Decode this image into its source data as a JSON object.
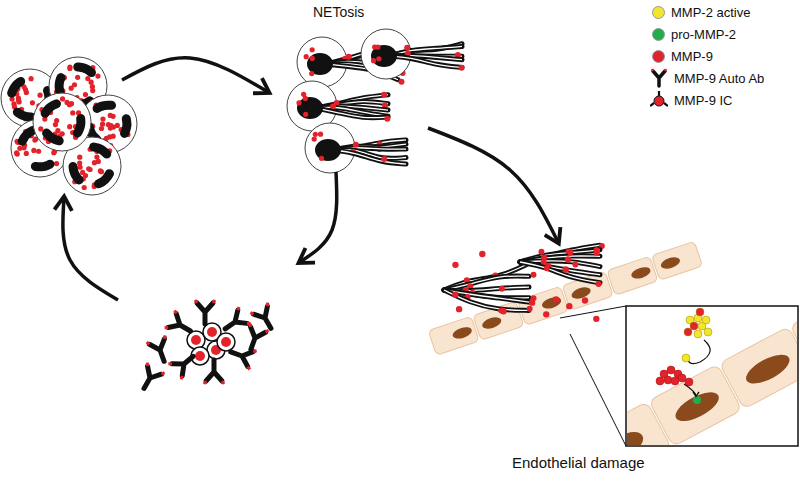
{
  "diagram": {
    "labels": [
      "NETosis",
      "Endothelial damage"
    ],
    "legend": [
      {
        "text": "MMP-2 active",
        "color": "#f3e52a"
      },
      {
        "text": "pro-MMP-2",
        "color": "#1fae4b"
      },
      {
        "text": "MMP-9",
        "color": "#e3232c"
      },
      {
        "text": "MMP-9 Auto Ab"
      },
      {
        "text": "MMP-9 IC"
      }
    ]
  }
}
